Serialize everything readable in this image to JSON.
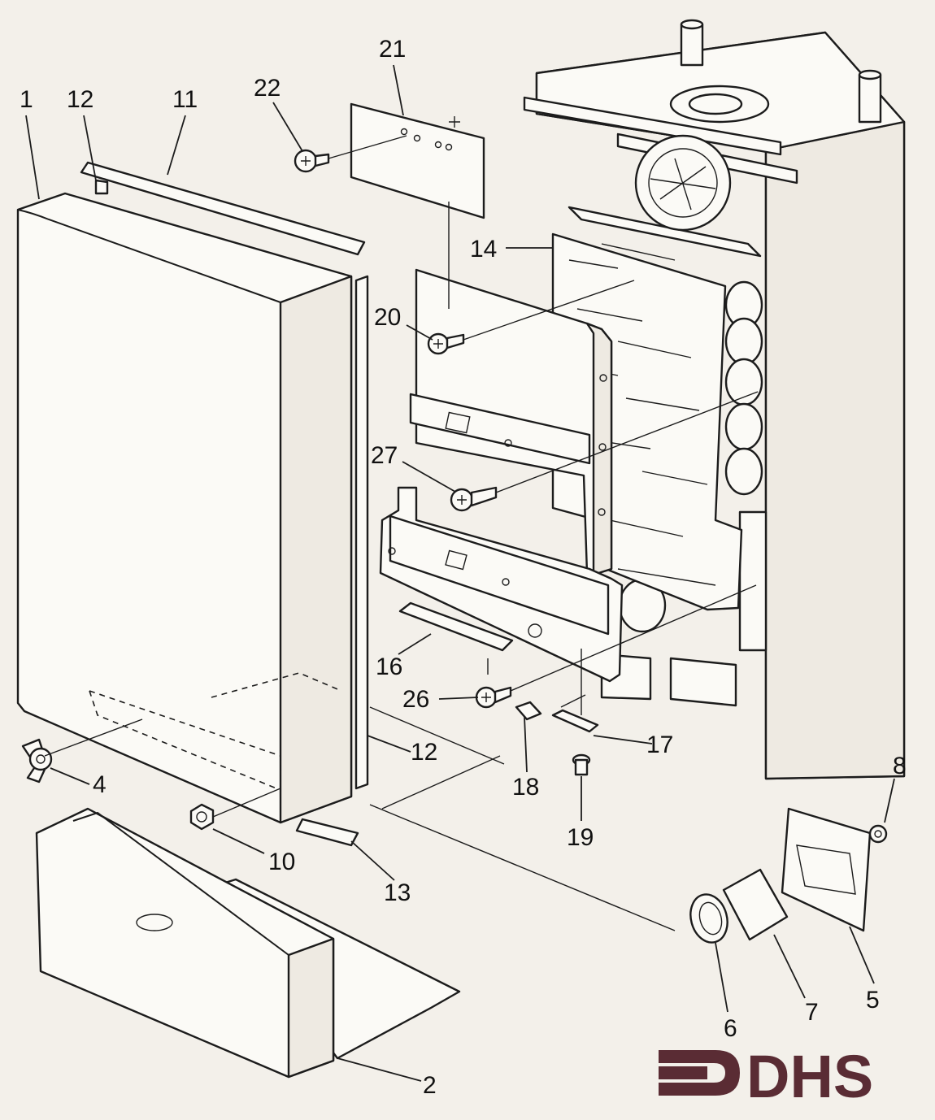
{
  "diagram": {
    "labels": {
      "p1": "1",
      "p2": "2",
      "p4": "4",
      "p5": "5",
      "p6": "6",
      "p7": "7",
      "p8": "8",
      "p10": "10",
      "p11": "11",
      "p12a": "12",
      "p12b": "12",
      "p13": "13",
      "p14": "14",
      "p16": "16",
      "p17": "17",
      "p18": "18",
      "p19": "19",
      "p20": "20",
      "p21": "21",
      "p22": "22",
      "p26": "26",
      "p27": "27"
    },
    "logo_text": "DHS",
    "colors": {
      "line": "#1c1c1c",
      "paper": "#f3f0ea",
      "logo": "#5a2c34"
    }
  }
}
